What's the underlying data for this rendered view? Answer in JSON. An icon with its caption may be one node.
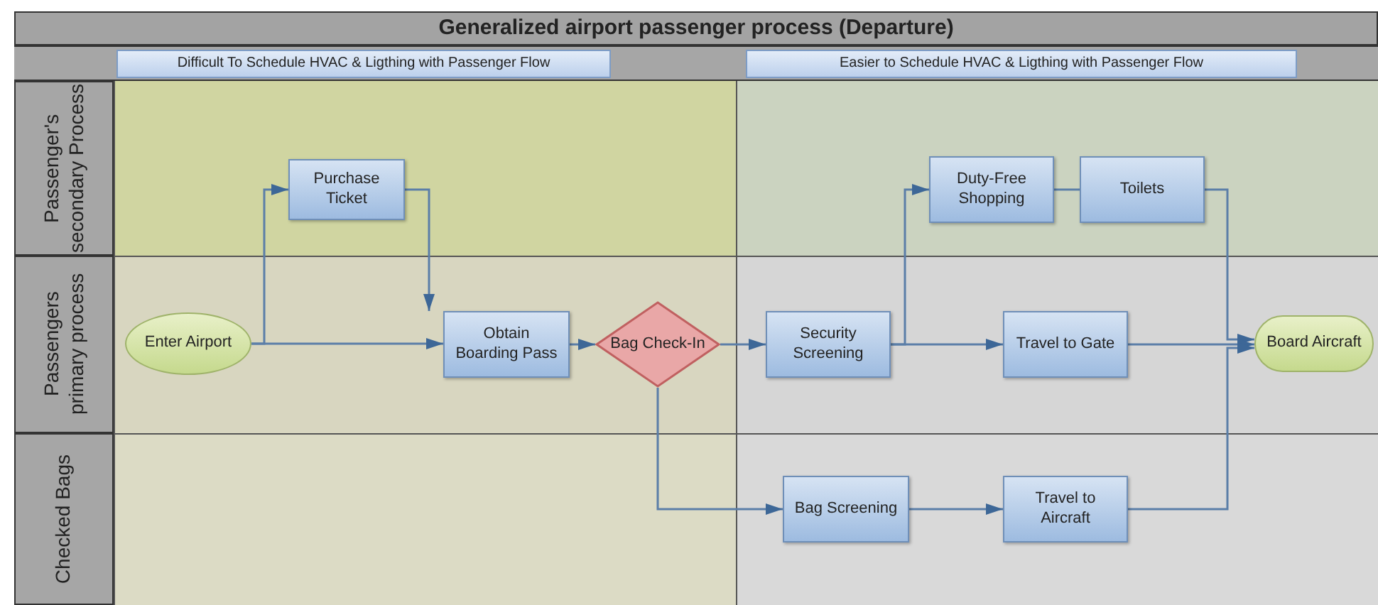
{
  "diagram": {
    "title": "Generalized airport passenger process (Departure)",
    "nodes": [
      {
        "text": [
          "Difficult To Schedule HVAC & Ligthing with Passenger Flow"
        ]
      },
      {
        "text": [
          "Easier to Schedule HVAC & Ligthing with Passenger Flow"
        ]
      },
      {
        "text": [
          "Passenger's secondary Process"
        ]
      },
      {
        "text": [
          "Passengers primary process"
        ]
      },
      {
        "text": [
          "Checked Bags"
        ]
      },
      {
        "text": [
          "Purchase Ticket"
        ]
      },
      {
        "text": [
          "Duty-Free Shopping"
        ]
      },
      {
        "text": [
          "Toilets"
        ]
      },
      {
        "text": [
          "Enter Airport"
        ]
      },
      {
        "text": [
          "Obtain Boarding Pass"
        ]
      },
      {
        "text": [
          "Bag Check-In"
        ]
      },
      {
        "text": [
          "Security Screening"
        ]
      },
      {
        "text": [
          "Travel to Gate"
        ]
      },
      {
        "text": [
          "Board Aircraft"
        ]
      },
      {
        "text": [
          "Bag Screening"
        ]
      },
      {
        "text": [
          "Travel to Aircraft"
        ]
      }
    ],
    "edges": [
      {
        "from": 8,
        "to": 5,
        "arrow": "to"
      },
      {
        "from": 8,
        "to": 9,
        "arrow": "to"
      },
      {
        "from": 5,
        "to": 9,
        "arrow": "to"
      },
      {
        "from": 9,
        "to": 10,
        "arrow": "to"
      },
      {
        "from": 10,
        "to": 11,
        "arrow": "to"
      },
      {
        "from": 10,
        "to": 14,
        "arrow": "to"
      },
      {
        "from": 11,
        "to": 6,
        "arrow": "to"
      },
      {
        "from": 11,
        "to": 12,
        "arrow": "to"
      },
      {
        "from": 6,
        "to": 7,
        "arrow": "none"
      },
      {
        "from": 7,
        "to": 13,
        "arrow": "to"
      },
      {
        "from": 12,
        "to": 13,
        "arrow": "to"
      },
      {
        "from": 15,
        "to": 13,
        "arrow": "to"
      },
      {
        "from": 14,
        "to": 15,
        "arrow": "to"
      }
    ]
  }
}
